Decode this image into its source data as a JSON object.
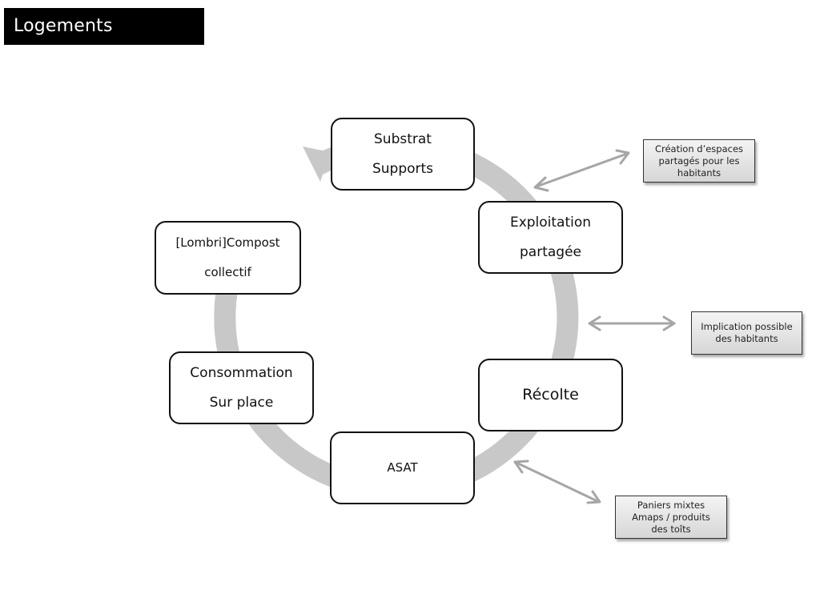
{
  "header": {
    "title": "Logements"
  },
  "diagram": {
    "cycle_color": "#c8c8c8",
    "connector_color": "#a6a6a6",
    "nodes": [
      {
        "id": "substrat",
        "lines": [
          "Substrat",
          "Supports"
        ]
      },
      {
        "id": "exploitation",
        "lines": [
          "Exploitation",
          "partagée"
        ]
      },
      {
        "id": "recolte",
        "lines": [
          "Récolte"
        ]
      },
      {
        "id": "asat",
        "lines": [
          "ASAT"
        ]
      },
      {
        "id": "consommation",
        "lines": [
          "Consommation",
          "Sur place"
        ]
      },
      {
        "id": "compost",
        "lines": [
          "[Lombri]Compost",
          "collectif"
        ]
      }
    ],
    "notes": [
      {
        "id": "creation",
        "lines": [
          "Création d’espaces",
          "partagés pour les",
          "habitants"
        ]
      },
      {
        "id": "implication",
        "lines": [
          "Implication possible",
          "des habitants"
        ]
      },
      {
        "id": "paniers",
        "lines": [
          "Paniers mixtes",
          "Amaps / produits",
          "des toîts"
        ]
      }
    ]
  }
}
